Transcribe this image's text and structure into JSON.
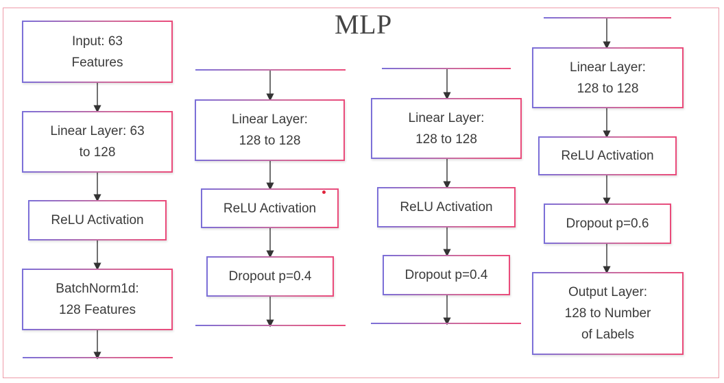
{
  "title": "MLP",
  "columns": [
    {
      "blocks": [
        {
          "label": "Input: 63\nFeatures"
        },
        {
          "label": "Linear Layer: 63\nto 128"
        },
        {
          "label": "ReLU Activation"
        },
        {
          "label": "BatchNorm1d:\n128 Features"
        }
      ]
    },
    {
      "blocks": [
        {
          "label": "Linear Layer:\n128 to 128"
        },
        {
          "label": "ReLU Activation"
        },
        {
          "label": "Dropout p=0.4"
        }
      ]
    },
    {
      "blocks": [
        {
          "label": "Linear Layer:\n128 to 128"
        },
        {
          "label": "ReLU Activation"
        },
        {
          "label": "Dropout p=0.4"
        }
      ]
    },
    {
      "blocks": [
        {
          "label": "Linear Layer:\n128 to 128"
        },
        {
          "label": "ReLU Activation"
        },
        {
          "label": "Dropout p=0.6"
        },
        {
          "label": "Output Layer:\n128 to Number\nof Labels"
        }
      ]
    }
  ],
  "colors": {
    "box_border_start": "#7b6fd8",
    "box_border_end": "#ea4a7a",
    "annotation_dot": "#e0243c"
  }
}
